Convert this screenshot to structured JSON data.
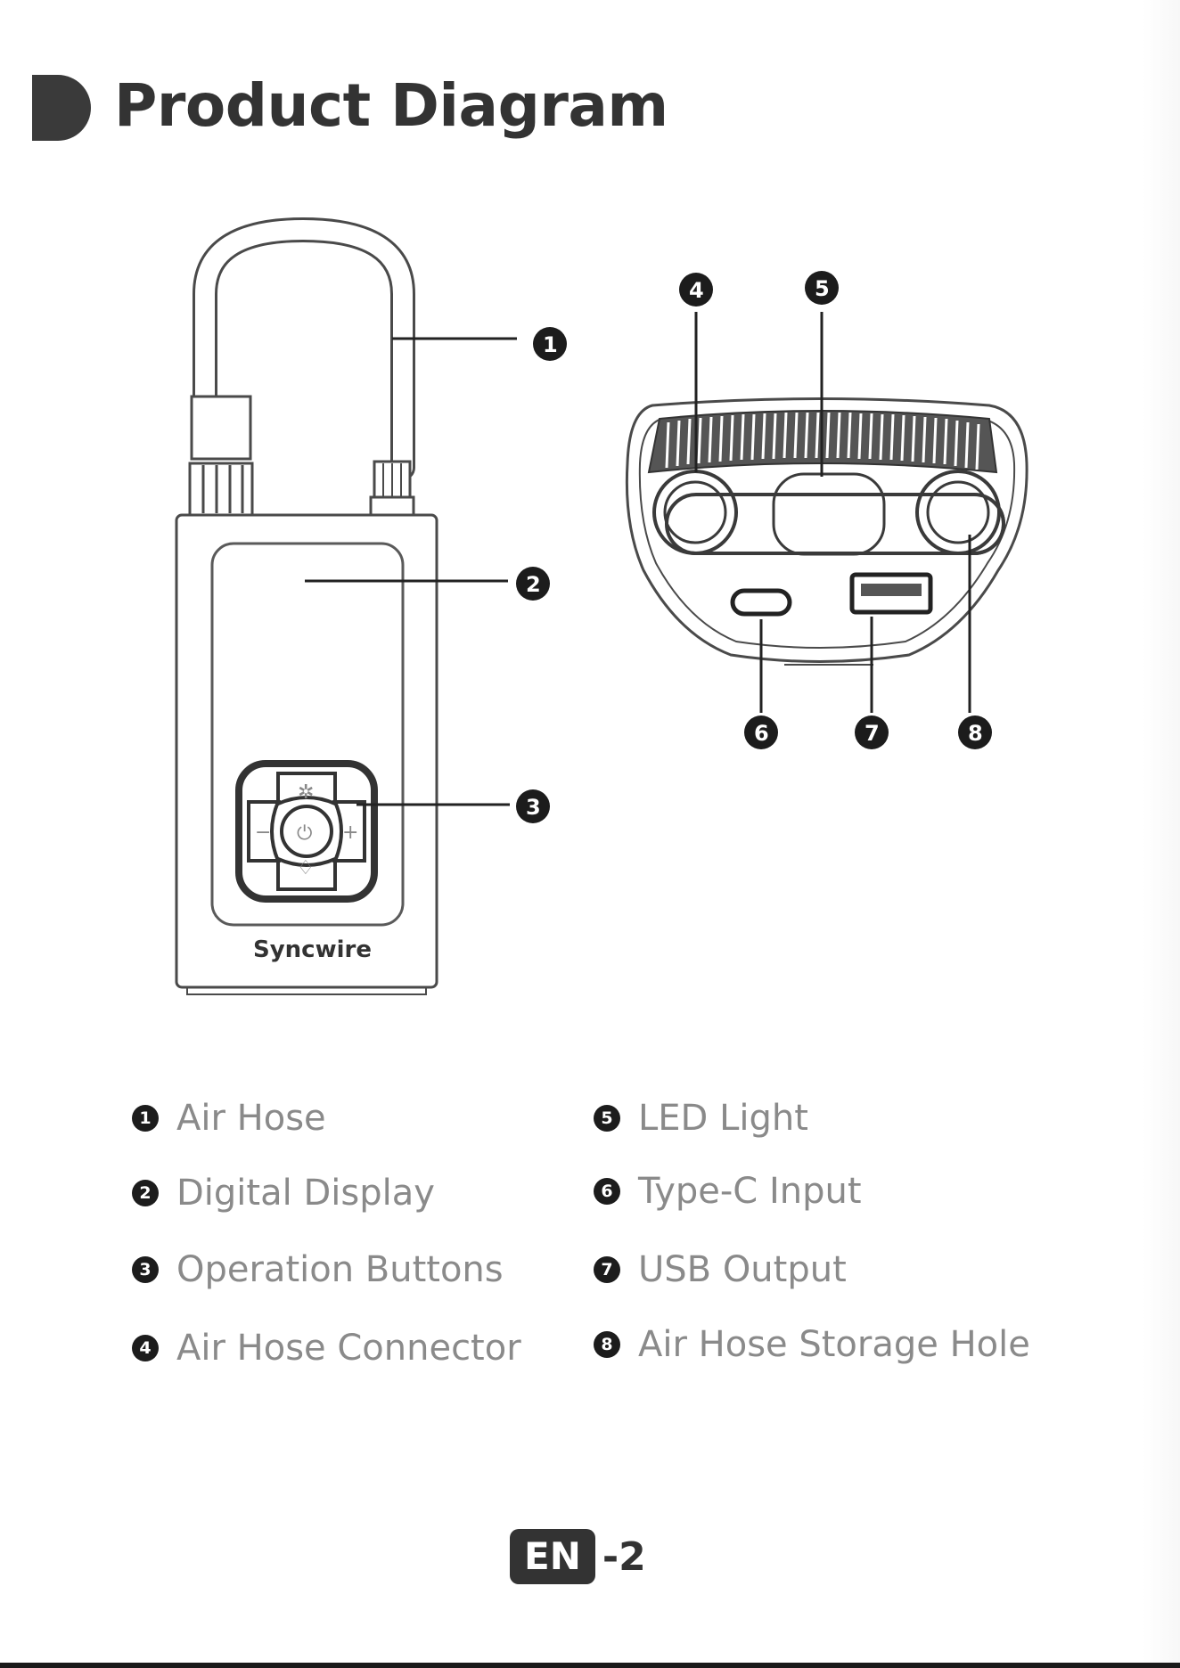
{
  "page": {
    "title": "Product Diagram",
    "language_badge": "EN",
    "page_number": "-2"
  },
  "device": {
    "brand_logo": "Syncwire",
    "callout_numbers": [
      "1",
      "2",
      "3",
      "4",
      "5",
      "6",
      "7",
      "8"
    ]
  },
  "legend": [
    {
      "number": "1",
      "label": "Air Hose"
    },
    {
      "number": "2",
      "label": "Digital Display"
    },
    {
      "number": "3",
      "label": "Operation Buttons"
    },
    {
      "number": "4",
      "label": "Air Hose Connector"
    },
    {
      "number": "5",
      "label": "LED Light"
    },
    {
      "number": "6",
      "label": "Type-C Input"
    },
    {
      "number": "7",
      "label": "USB Output"
    },
    {
      "number": "8",
      "label": "Air Hose Storage Hole"
    }
  ]
}
